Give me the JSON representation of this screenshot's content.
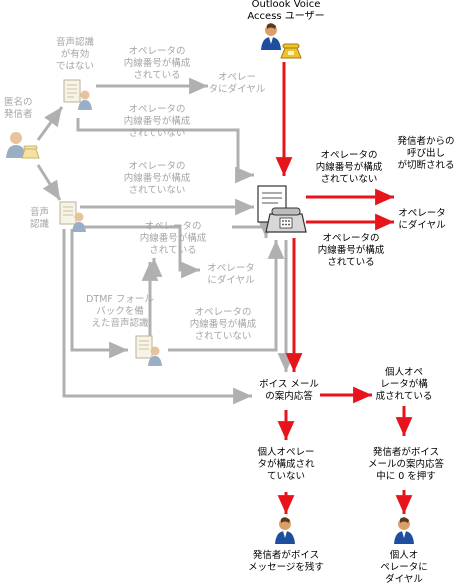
{
  "colors": {
    "red": "#e8141c",
    "grey": "#b0b0b0",
    "text_grey": "#a6a6a6"
  },
  "labels": {
    "ova_user": "Outlook Voice\nAccess ユーザー",
    "anon_caller": "匿名の\n発信者",
    "asr_disabled": "音声認識\nが有効\nではない",
    "asr": "音声\n認識",
    "dtmf_fallback": "DTMF フォール\nバックを備\nえた音声認識",
    "top_op_configured": "オペレータの\n内線番号が構成\nされている",
    "dial_op_top": "オペレー\nタにダイヤル",
    "top_op_not_configured": "オペレータの\n内線番号が構成\nされていない",
    "mid_op_not_configured": "オペレータの\n内線番号が構成\nされていない",
    "asr_op_configured": "オペレータの\n内線番号が構成\nされている",
    "dial_op_asr": "オペレータ\nにダイヤル",
    "dtmf_op_not_configured": "オペレータの\n内線番号が構成\nされていない",
    "red_op_not_configured": "オペレータの\n内線番号が構成\nされていない",
    "caller_disconnected": "発信者からの\n呼び出し\nが切断される",
    "red_op_configured": "オペレータの\n内線番号が構成\nされている",
    "dial_op_right": "オペレータ\nにダイヤル",
    "voicemail_prompt": "ボイス メール\nの案内応答",
    "personal_op_configured": "個人オペ\nレータが構\n成されている",
    "personal_op_not_configured": "個人オペレー\nタが構成され\nていない",
    "caller_presses_zero": "発信者がボイス\nメールの案内応答\n中に 0 を押す",
    "caller_leaves_message": "発信者がボイス\nメッセージを残す",
    "dial_personal_op": "個人オ\nペレータに\nダイヤル"
  },
  "icons": [
    "user-icon",
    "phone-icon",
    "document-icon",
    "voicemail-phone-icon"
  ]
}
